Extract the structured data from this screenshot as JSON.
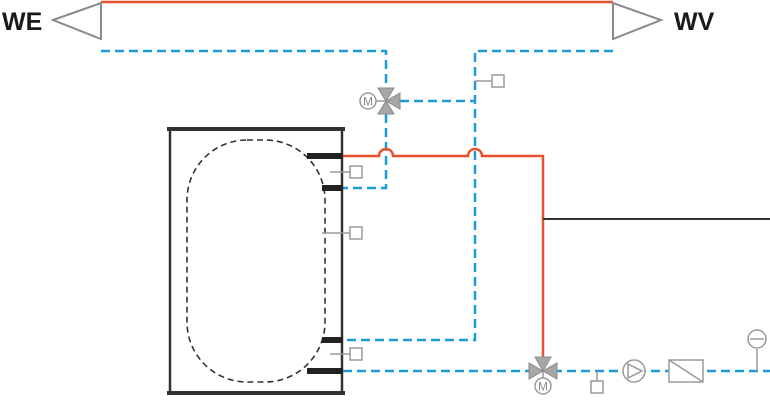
{
  "labels": {
    "left": "WE",
    "right": "WV"
  },
  "colors": {
    "hot_water_line": "#e8512e",
    "cold_water_line": "#1e9bd7",
    "tank_outline": "#333333",
    "component_grey": "#a6a6a6"
  },
  "components": [
    {
      "name": "motor",
      "symbol": "M"
    },
    {
      "name": "motor",
      "symbol": "M"
    }
  ],
  "icons": [
    "arrow-left-triangle",
    "arrow-right-triangle",
    "storage-tank",
    "three-way-valve",
    "motor",
    "pump",
    "heat-exchanger",
    "sensor",
    "thermometer"
  ]
}
